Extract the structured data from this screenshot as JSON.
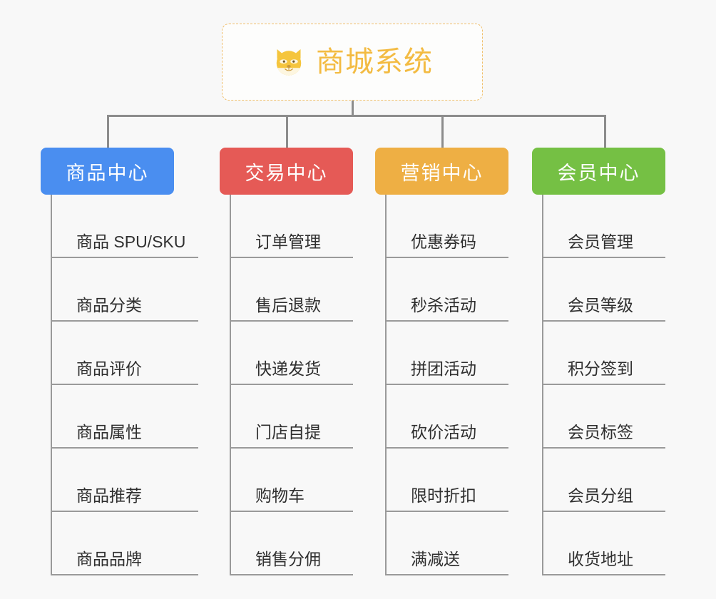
{
  "root": {
    "title": "商城系统",
    "icon": "shiba-dog-face-icon",
    "border_color": "#f0bf6b",
    "text_color": "#f3bb42",
    "background": "#fdfdfc"
  },
  "canvas": {
    "background": "#f8f8f8",
    "connector_color": "#8c8c8c"
  },
  "categories": [
    {
      "label": "商品中心",
      "color": "#4a8ef0",
      "items": [
        "商品 SPU/SKU",
        "商品分类",
        "商品评价",
        "商品属性",
        "商品推荐",
        "商品品牌"
      ]
    },
    {
      "label": "交易中心",
      "color": "#e55a56",
      "items": [
        "订单管理",
        "售后退款",
        "快递发货",
        "门店自提",
        "购物车",
        "销售分佣"
      ]
    },
    {
      "label": "营销中心",
      "color": "#eeaf44",
      "items": [
        "优惠券码",
        "秒杀活动",
        "拼团活动",
        "砍价活动",
        "限时折扣",
        "满减送"
      ]
    },
    {
      "label": "会员中心",
      "color": "#75c044",
      "items": [
        "会员管理",
        "会员等级",
        "积分签到",
        "会员标签",
        "会员分组",
        "收货地址"
      ]
    }
  ]
}
